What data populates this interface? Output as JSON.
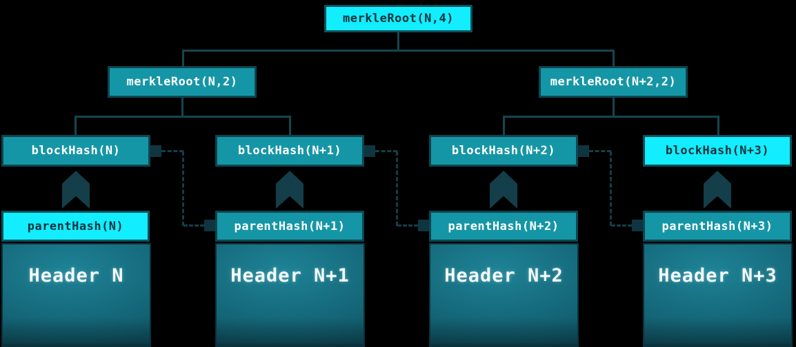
{
  "diagram": {
    "type": "merkle-tree-over-block-headers",
    "root": {
      "label": "merkleRoot(N,4)",
      "highlighted": true
    },
    "branches": [
      {
        "label": "merkleRoot(N,2)",
        "highlighted": false
      },
      {
        "label": "merkleRoot(N+2,2)",
        "highlighted": false
      }
    ],
    "blocks": [
      {
        "block_hash": "blockHash(N)",
        "parent_hash": "parentHash(N)",
        "header": "Header N",
        "block_hash_highlighted": false,
        "parent_hash_highlighted": true
      },
      {
        "block_hash": "blockHash(N+1)",
        "parent_hash": "parentHash(N+1)",
        "header": "Header N+1",
        "block_hash_highlighted": false,
        "parent_hash_highlighted": false
      },
      {
        "block_hash": "blockHash(N+2)",
        "parent_hash": "parentHash(N+2)",
        "header": "Header N+2",
        "block_hash_highlighted": false,
        "parent_hash_highlighted": false
      },
      {
        "block_hash": "blockHash(N+3)",
        "parent_hash": "parentHash(N+3)",
        "header": "Header N+3",
        "block_hash_highlighted": true,
        "parent_hash_highlighted": false
      }
    ],
    "colors": {
      "background": "#000000",
      "highlight_fill": "#12EDFF",
      "node_fill": "#1596A6",
      "node_border": "#0F4550",
      "tree_line": "#15464F",
      "chain_link_dash": "#134049",
      "chevron": "#143E49",
      "text_on_node": "#FFFFFF",
      "text_on_highlight": "#0C333B",
      "header_gradient_center": "#1E8396",
      "header_gradient_edge": "#0E4E5D"
    }
  }
}
